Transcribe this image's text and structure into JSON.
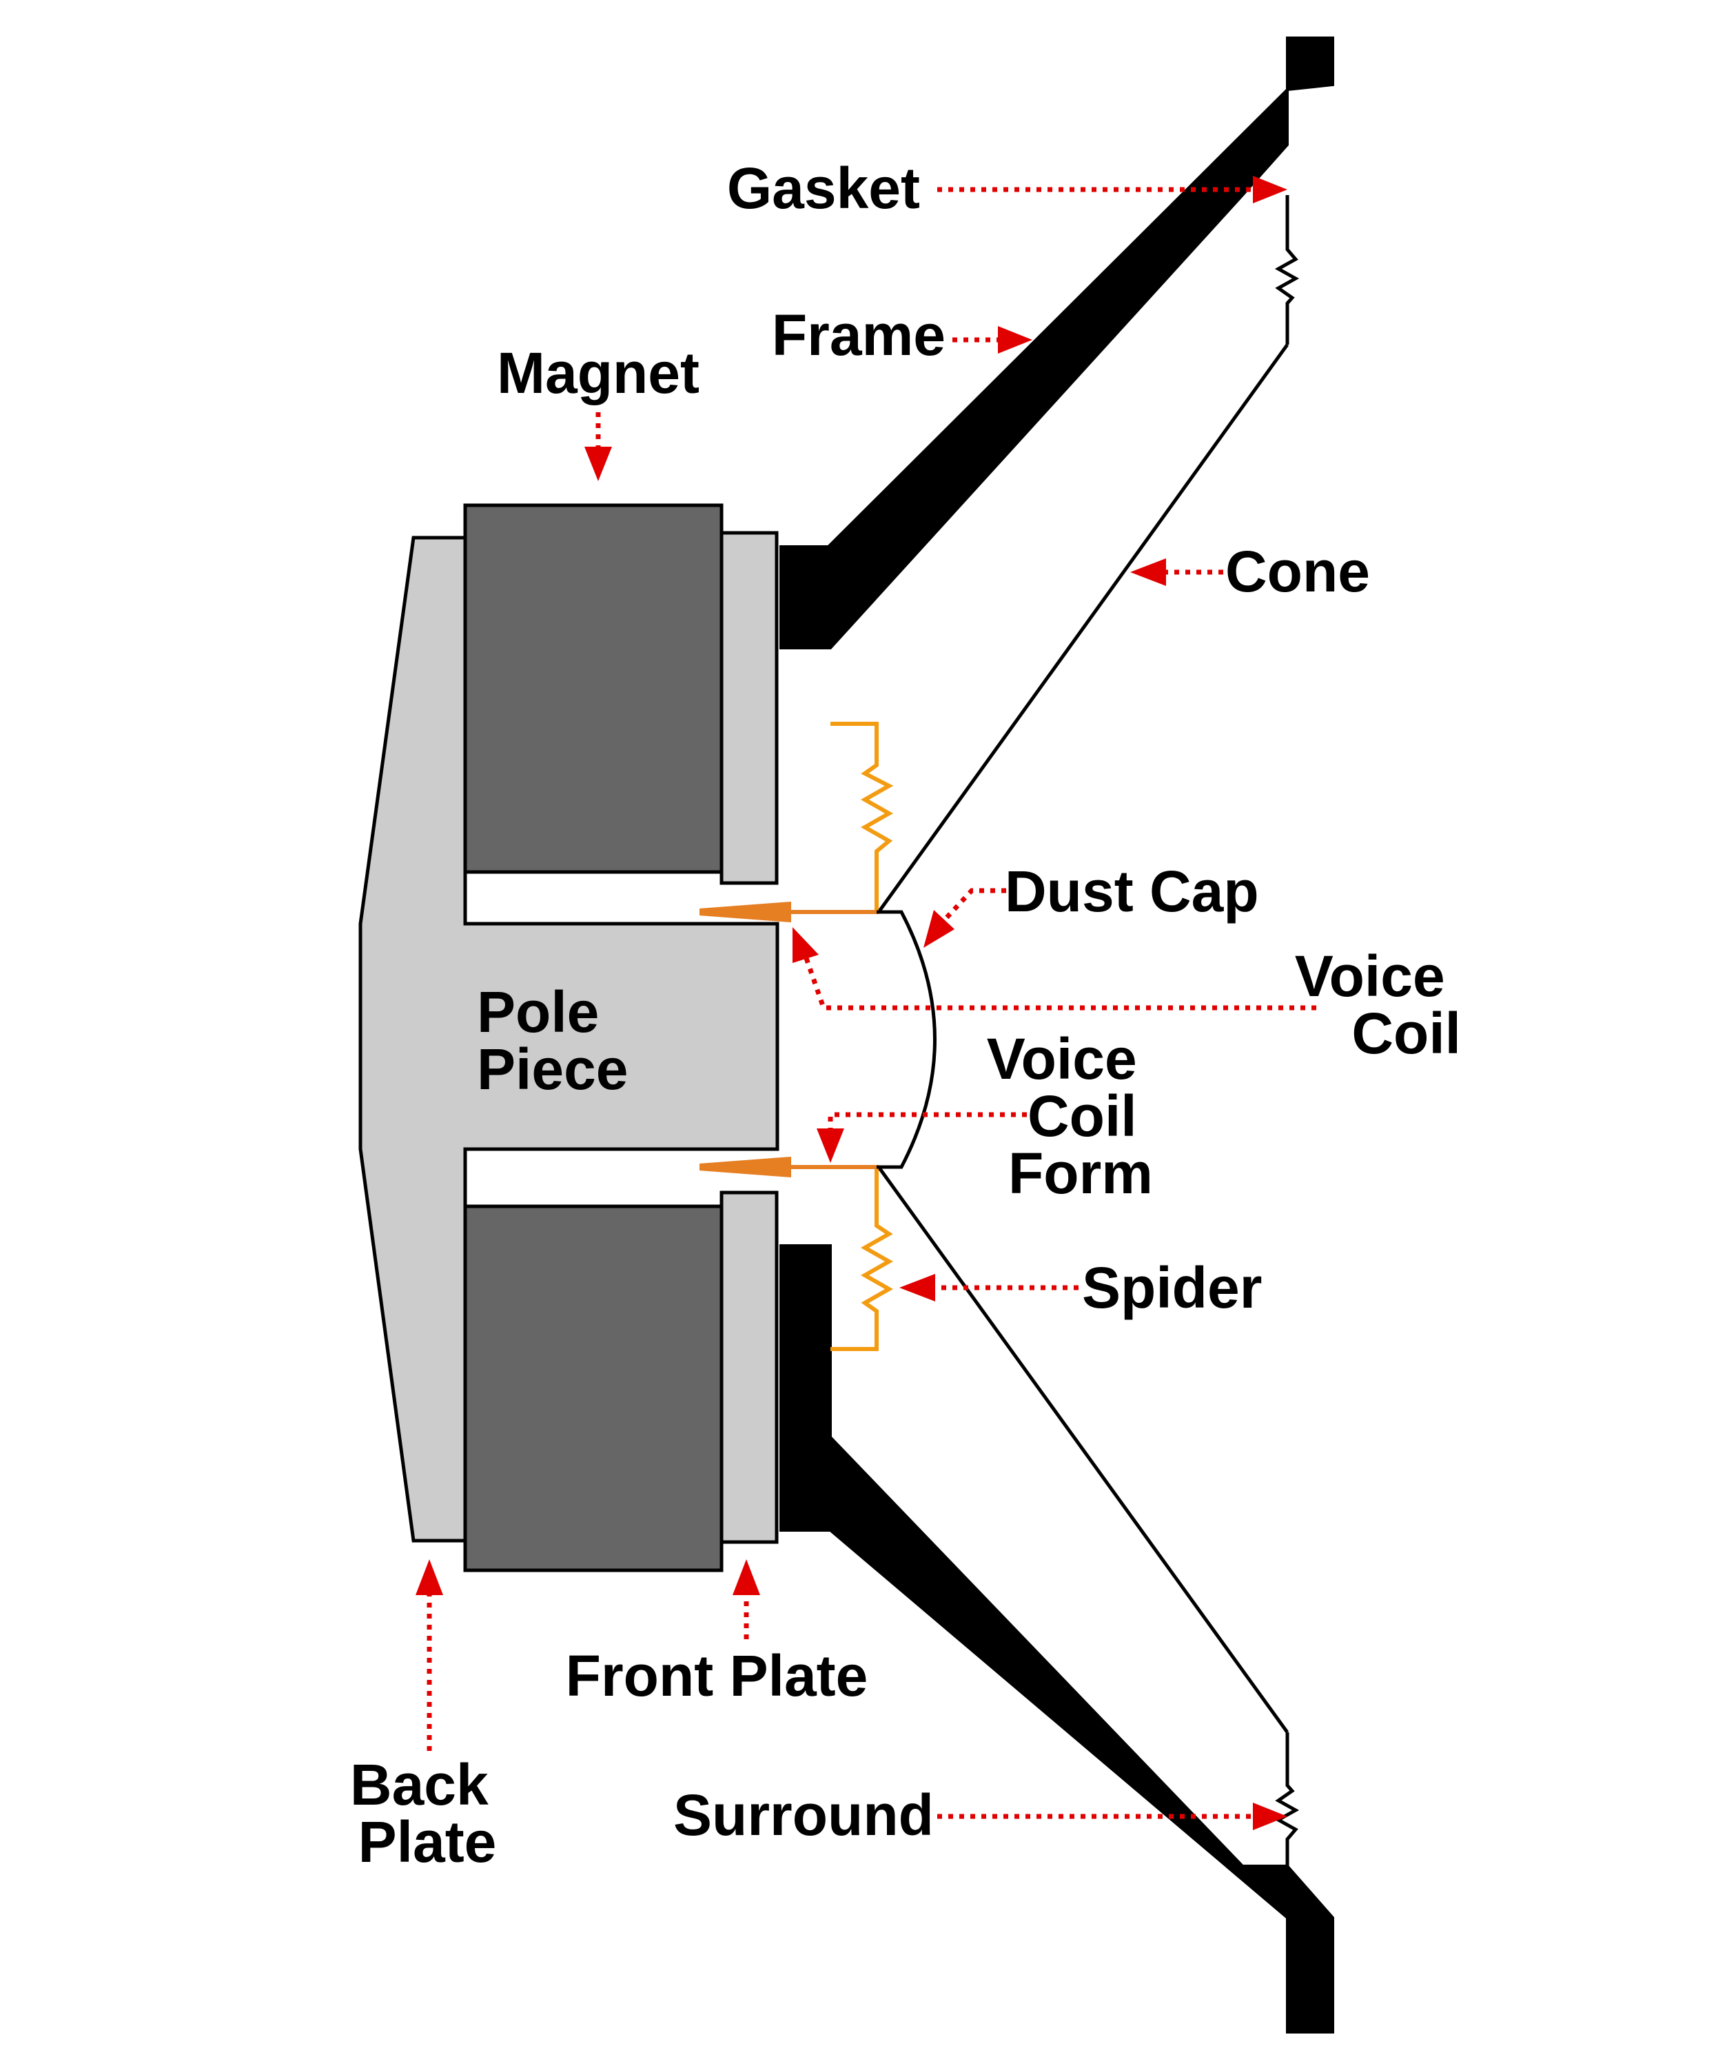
{
  "colors": {
    "frame": "#000000",
    "magnet": "#666666",
    "plate": "#cccccc",
    "spider": "#f39c12",
    "voice_coil": "#e67e22",
    "leader": "#e00000",
    "background": "#ffffff"
  },
  "labels": {
    "gasket": "Gasket",
    "frame": "Frame",
    "magnet": "Magnet",
    "cone": "Cone",
    "dust_cap": "Dust Cap",
    "voice_coil": [
      "Voice",
      "Coil"
    ],
    "voice_coil_form": [
      "Voice",
      "Coil",
      "Form"
    ],
    "pole_piece": [
      "Pole",
      "Piece"
    ],
    "spider": "Spider",
    "front_plate": "Front Plate",
    "back_plate": [
      "Back",
      "Plate"
    ],
    "surround": "Surround"
  }
}
